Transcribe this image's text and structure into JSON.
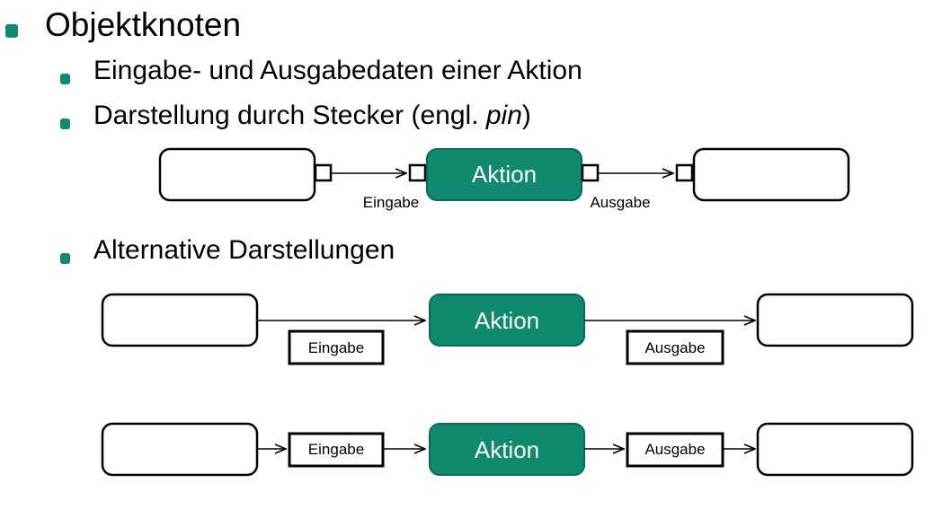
{
  "title": "Objektknoten",
  "bullets": [
    "Eingabe- und Ausgabedaten einer Aktion",
    "Darstellung durch Stecker (engl. ",
    "pin",
    ")",
    "Alternative Darstellungen"
  ],
  "diagram": {
    "action_label": "Aktion",
    "input_label": "Eingabe",
    "output_label": "Ausgabe",
    "colors": {
      "action_fill": "#0f8a6e",
      "action_stroke": "#0a6b55",
      "bullet": "#0f8a6e",
      "line": "#000000"
    }
  }
}
